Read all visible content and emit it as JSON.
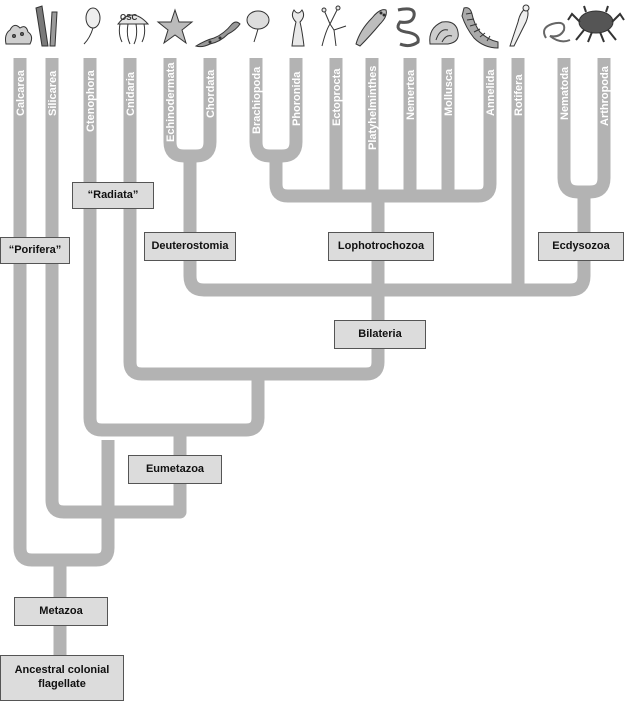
{
  "taxa": [
    {
      "name": "Calcarea",
      "icon": "sponge-icon"
    },
    {
      "name": "Silicarea",
      "icon": "tube-sponge-icon"
    },
    {
      "name": "Ctenophora",
      "icon": "comb-jelly-icon"
    },
    {
      "name": "Cnidaria",
      "icon": "jellyfish-icon"
    },
    {
      "name": "Echinodermata",
      "icon": "starfish-icon"
    },
    {
      "name": "Chordata",
      "icon": "lizard-icon"
    },
    {
      "name": "Brachiopoda",
      "icon": "lamp-shell-icon"
    },
    {
      "name": "Phoronida",
      "icon": "phoronid-icon"
    },
    {
      "name": "Ectoprocta",
      "icon": "bryozoan-icon"
    },
    {
      "name": "Platyhelminthes",
      "icon": "flatworm-icon"
    },
    {
      "name": "Nemertea",
      "icon": "ribbon-worm-icon"
    },
    {
      "name": "Mollusca",
      "icon": "snail-icon"
    },
    {
      "name": "Annelida",
      "icon": "segmented-worm-icon"
    },
    {
      "name": "Rotifera",
      "icon": "rotifer-icon"
    },
    {
      "name": "Nematoda",
      "icon": "roundworm-icon"
    },
    {
      "name": "Arthropoda",
      "icon": "crab-icon"
    }
  ],
  "nodes": {
    "porifera": "“Porifera”",
    "radiata": "“Radiata”",
    "deuterostomia": "Deuterostomia",
    "lophotrochozoa": "Lophotrochozoa",
    "ecdysozoa": "Ecdysozoa",
    "bilateria": "Bilateria",
    "eumetazoa": "Eumetazoa",
    "metazoa": "Metazoa",
    "ancestor": "Ancestral colonial flagellate"
  },
  "colors": {
    "branch": "#b3b3b3",
    "box": "#dcdcdc",
    "box_border": "#555555",
    "label": "#ffffff"
  }
}
